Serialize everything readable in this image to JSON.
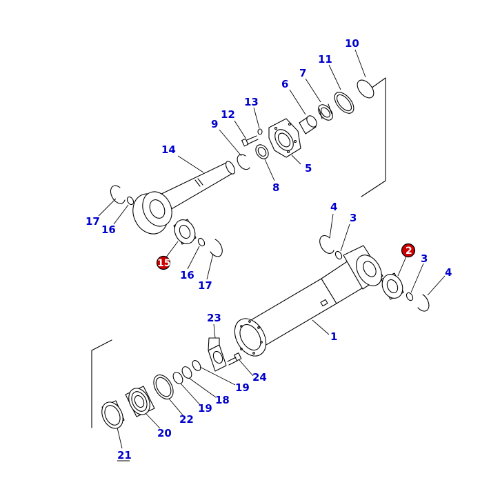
{
  "callouts": {
    "c1": "1",
    "c2": "2",
    "c3a": "3",
    "c3b": "3",
    "c4a": "4",
    "c4b": "4",
    "c5": "5",
    "c6": "6",
    "c7": "7",
    "c8": "8",
    "c9": "9",
    "c10": "10",
    "c11": "11",
    "c12": "12",
    "c13": "13",
    "c14": "14",
    "c15": "15",
    "c16a": "16",
    "c16b": "16",
    "c17a": "17",
    "c17b": "17",
    "c18": "18",
    "c19a": "19",
    "c19b": "19",
    "c20": "20",
    "c21": "21",
    "c22": "22",
    "c23": "23",
    "c24": "24"
  },
  "colors": {
    "label": "#0000cc",
    "badge": "#cc0000",
    "line": "#000000"
  },
  "highlighted_parts": [
    "2",
    "15"
  ]
}
